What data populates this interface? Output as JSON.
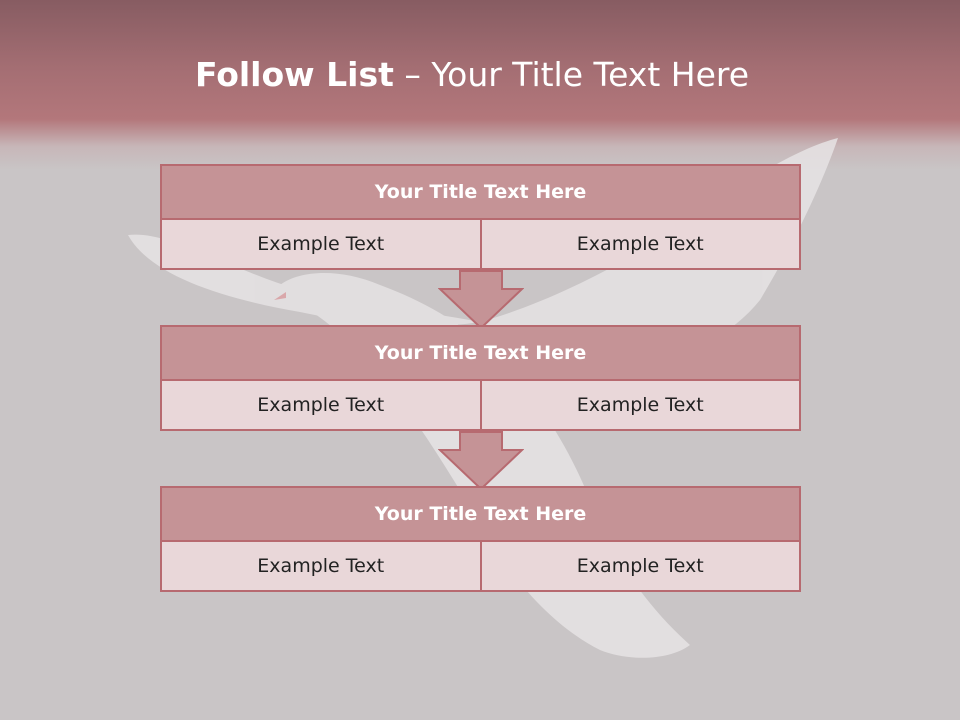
{
  "title": {
    "bold": "Follow List",
    "rest": " – Your Title Text Here"
  },
  "blocks": [
    {
      "title": "Your Title Text Here",
      "cells": [
        "Example Text",
        "Example Text"
      ]
    },
    {
      "title": "Your Title Text Here",
      "cells": [
        "Example Text",
        "Example Text"
      ]
    },
    {
      "title": "Your Title Text Here",
      "cells": [
        "Example Text",
        "Example Text"
      ]
    }
  ],
  "colors": {
    "header": "#a46e73",
    "box_title_fill": "#c59396",
    "box_cell_fill": "#e9d7d9",
    "box_border": "#b76a70",
    "background": "#c9c5c6"
  }
}
